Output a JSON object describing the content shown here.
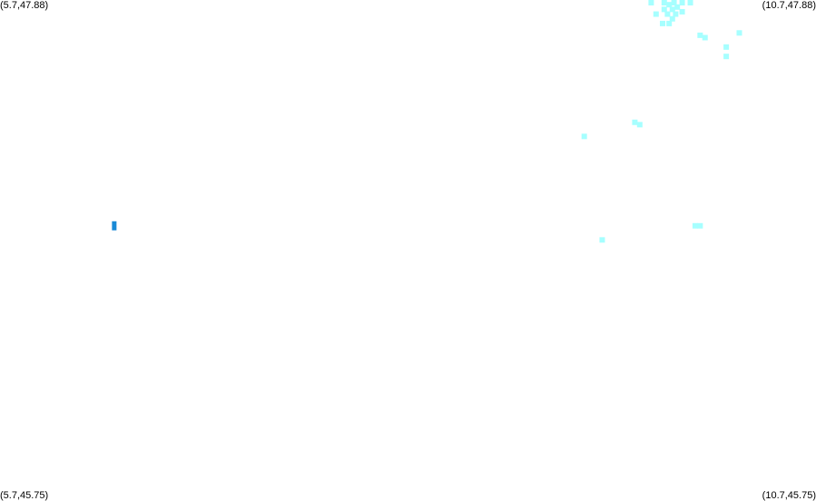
{
  "map": {
    "corners": {
      "top_left": "(5.7,47.88)",
      "top_right": "(10.7,47.88)",
      "bottom_left": "(5.7,45.75)",
      "bottom_right": "(10.7,45.75)"
    },
    "bounds": {
      "lon_min": 5.7,
      "lon_max": 10.7,
      "lat_min": 45.75,
      "lat_max": 47.88
    },
    "colors": {
      "background": "#ffffff",
      "light_marker": "#a6ffff",
      "dark_marker": "#1a8ad6"
    },
    "markers": [
      {
        "lon": 6.4,
        "lat": 46.92,
        "shade": "dark"
      },
      {
        "lon": 9.69,
        "lat": 47.87,
        "shade": "light"
      },
      {
        "lon": 9.77,
        "lat": 47.87,
        "shade": "light"
      },
      {
        "lon": 9.8,
        "lat": 47.86,
        "shade": "light"
      },
      {
        "lon": 9.83,
        "lat": 47.87,
        "shade": "light"
      },
      {
        "lon": 9.88,
        "lat": 47.87,
        "shade": "light"
      },
      {
        "lon": 9.93,
        "lat": 47.87,
        "shade": "light"
      },
      {
        "lon": 9.77,
        "lat": 47.84,
        "shade": "light"
      },
      {
        "lon": 9.82,
        "lat": 47.84,
        "shade": "light"
      },
      {
        "lon": 9.85,
        "lat": 47.85,
        "shade": "light"
      },
      {
        "lon": 9.72,
        "lat": 47.82,
        "shade": "light"
      },
      {
        "lon": 9.79,
        "lat": 47.82,
        "shade": "light"
      },
      {
        "lon": 9.84,
        "lat": 47.82,
        "shade": "light"
      },
      {
        "lon": 9.88,
        "lat": 47.83,
        "shade": "light"
      },
      {
        "lon": 9.82,
        "lat": 47.8,
        "shade": "light"
      },
      {
        "lon": 9.76,
        "lat": 47.78,
        "shade": "light"
      },
      {
        "lon": 9.8,
        "lat": 47.78,
        "shade": "light"
      },
      {
        "lon": 9.99,
        "lat": 47.73,
        "shade": "light"
      },
      {
        "lon": 10.02,
        "lat": 47.72,
        "shade": "light"
      },
      {
        "lon": 10.23,
        "lat": 47.74,
        "shade": "light"
      },
      {
        "lon": 10.15,
        "lat": 47.68,
        "shade": "light"
      },
      {
        "lon": 10.15,
        "lat": 47.64,
        "shade": "light"
      },
      {
        "lon": 9.59,
        "lat": 47.36,
        "shade": "light"
      },
      {
        "lon": 9.62,
        "lat": 47.35,
        "shade": "light"
      },
      {
        "lon": 9.28,
        "lat": 47.3,
        "shade": "light"
      },
      {
        "lon": 9.96,
        "lat": 46.92,
        "shade": "light"
      },
      {
        "lon": 9.99,
        "lat": 46.92,
        "shade": "light"
      },
      {
        "lon": 9.39,
        "lat": 46.86,
        "shade": "light"
      }
    ]
  }
}
